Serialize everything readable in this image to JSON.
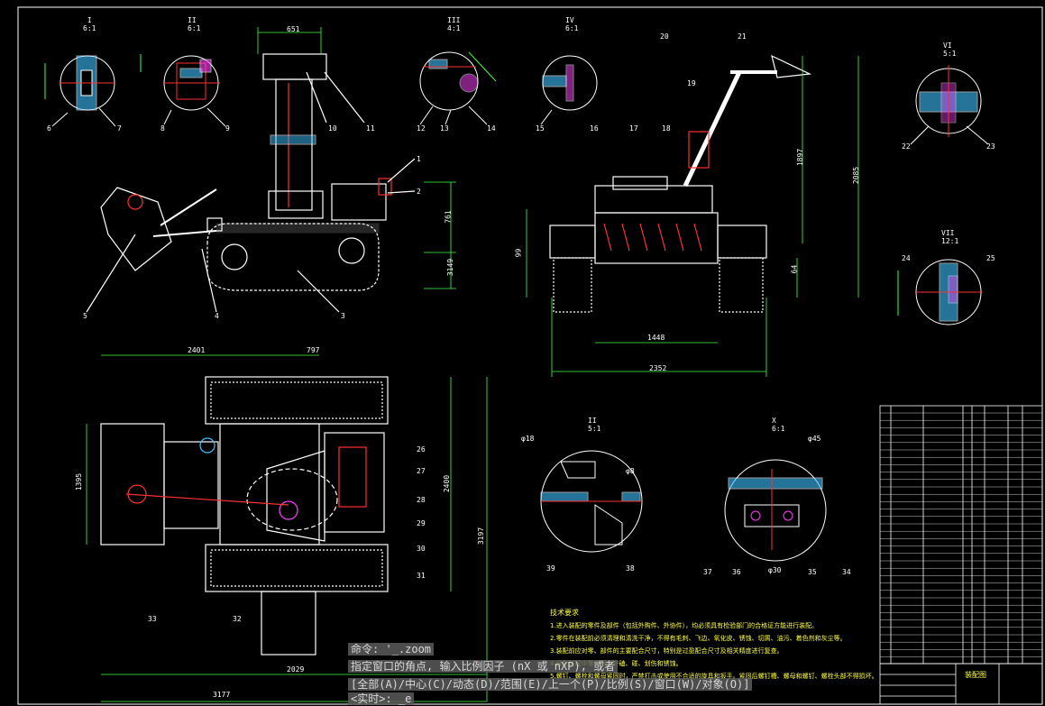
{
  "drawing": {
    "title_block_label": "装配图",
    "section_labels": [
      {
        "roman": "I",
        "scale": "6:1"
      },
      {
        "roman": "II",
        "scale": "6:1"
      },
      {
        "roman": "III",
        "scale": "4:1"
      },
      {
        "roman": "IV",
        "scale": "6:1"
      },
      {
        "roman": "VI",
        "scale": "5:1"
      },
      {
        "roman": "VII",
        "scale": "12:1"
      },
      {
        "roman": "II",
        "scale": "5:1"
      },
      {
        "roman": "X",
        "scale": "6:1"
      }
    ],
    "dims": {
      "d651": "651",
      "d761": "761",
      "d3149": "3149",
      "d1897": "1897",
      "d2085": "2085",
      "d99": "99",
      "d64": "64",
      "d1448": "1448",
      "d2352": "2352",
      "d2401": "2401",
      "d797": "797",
      "d1395": "1395",
      "d2400": "2400",
      "d3197": "3197",
      "d2029": "2029",
      "d3177": "3177",
      "phi3": "φ30",
      "phi8": "φ8",
      "phi45": "φ45",
      "phi18": "φ18"
    },
    "part_numbers": [
      "1",
      "2",
      "3",
      "4",
      "5",
      "6",
      "7",
      "8",
      "9",
      "10",
      "11",
      "12",
      "13",
      "14",
      "15",
      "16",
      "17",
      "18",
      "19",
      "20",
      "21",
      "22",
      "23",
      "24",
      "25",
      "26",
      "27",
      "28",
      "29",
      "30",
      "31",
      "32",
      "33",
      "34",
      "35",
      "36",
      "37",
      "38",
      "39"
    ],
    "tech_title": "技术要求",
    "tech_lines": [
      "1.进入装配的零件及部件（包括外购件、外协件），均必须具有检验部门的合格证方能进行装配。",
      "2.零件在装配前必须清理和清洗干净，不得有毛刺、飞边、氧化皮、锈蚀、切屑、油污、着色剂和灰尘等。",
      "3.装配前应对零、部件的主要配合尺寸，特别是过盈配合尺寸及相关精度进行复查。",
      "4.装配过程中零件不允许磕、碰、划伤和锈蚀。",
      "5.螺钉、螺栓和螺母紧固时，严禁打击或使用不合适的旋具和扳手。紧固后螺钉槽、螺母和螺钉、螺栓头部不得损坏。"
    ]
  },
  "command": {
    "history_line": "命令: '_.zoom",
    "prompt_line": "指定窗口的角点, 输入比例因子 (nX 或 nXP), 或者",
    "options_line": "[全部(A)/中心(C)/动态(D)/范围(E)/上一个(P)/比例(S)/窗口(W)/对象(O)]",
    "input_prefix": "<实时>:",
    "input_value": "_e"
  },
  "colors": {
    "background": "#000000",
    "lines": "#ffffff",
    "dims": "#40ff40",
    "hatch": "#40c0ff",
    "red": "#ff3030",
    "yellow": "#ffff40",
    "magenta": "#ff40ff"
  }
}
